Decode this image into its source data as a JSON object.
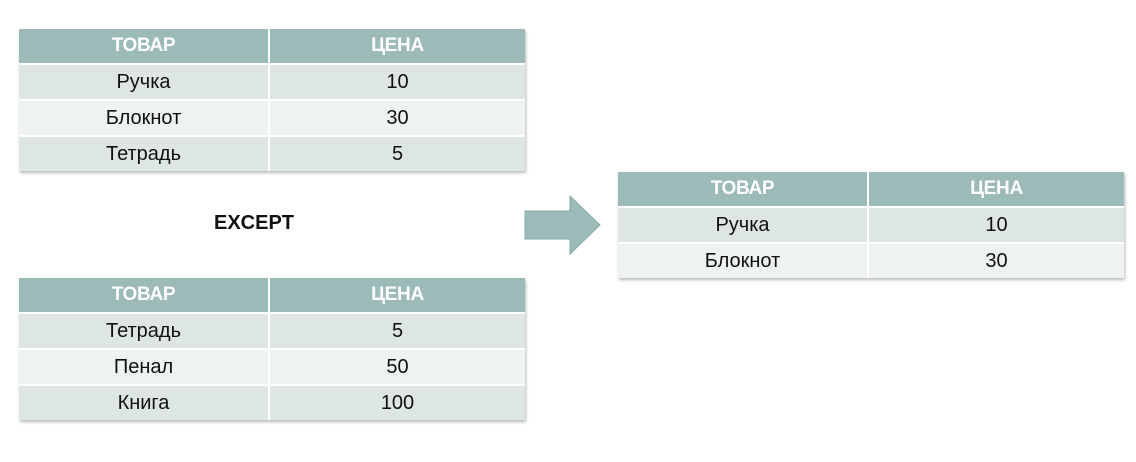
{
  "operation": "EXCEPT",
  "colors": {
    "header_bg": "#9bbab8",
    "arrow": "#9bbab8"
  },
  "arrow_icon": "right-arrow",
  "table_a": {
    "headers": [
      "ТОВАР",
      "ЦЕНА"
    ],
    "rows": [
      [
        "Ручка",
        "10"
      ],
      [
        "Блокнот",
        "30"
      ],
      [
        "Тетрадь",
        "5"
      ]
    ]
  },
  "table_b": {
    "headers": [
      "ТОВАР",
      "ЦЕНА"
    ],
    "rows": [
      [
        "Тетрадь",
        "5"
      ],
      [
        "Пенал",
        "50"
      ],
      [
        "Книга",
        "100"
      ]
    ]
  },
  "result": {
    "headers": [
      "ТОВАР",
      "ЦЕНА"
    ],
    "rows": [
      [
        "Ручка",
        "10"
      ],
      [
        "Блокнот",
        "30"
      ]
    ]
  }
}
